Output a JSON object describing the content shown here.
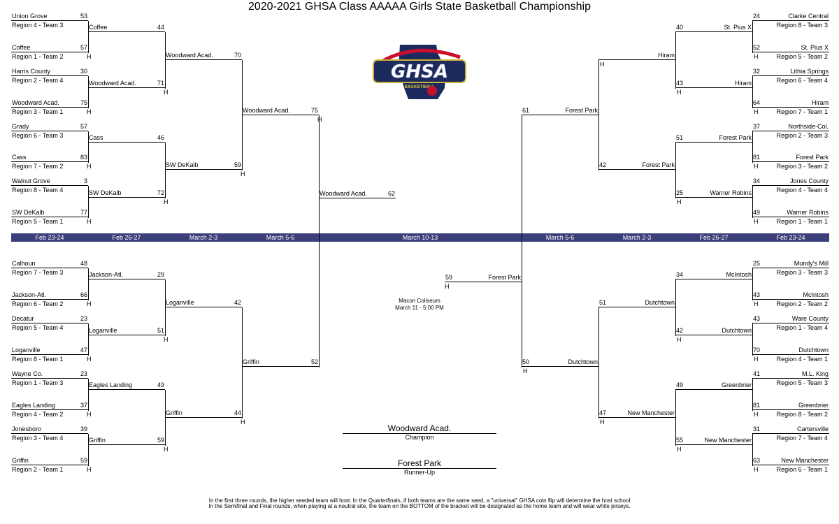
{
  "title": "2020-2021 GHSA Class AAAAA Girls State Basketball Championship",
  "home": "H",
  "logo_text": "GHSA",
  "logo_subtext": "BASKETBALL",
  "dates": [
    "Feb 23-24",
    "Feb 26-27",
    "March 2-3",
    "March 5-6",
    "March 10-13",
    "March 5-6",
    "March 2-3",
    "Feb 26-27",
    "Feb 23-24"
  ],
  "left": {
    "r1": [
      {
        "name": "Union Grove",
        "score": "53",
        "sub": "Region 4 - Team 3"
      },
      {
        "name": "Coffee",
        "score": "57",
        "sub": "Region 1 - Team 2"
      },
      {
        "name": "Harris County",
        "score": "30",
        "sub": "Region 2 - Team 4"
      },
      {
        "name": "Woodward Acad.",
        "score": "75",
        "sub": "Region 3 - Team 1"
      },
      {
        "name": "Grady",
        "score": "57",
        "sub": "Region 6 - Team 3"
      },
      {
        "name": "Cass",
        "score": "83",
        "sub": "Region 7 - Team 2"
      },
      {
        "name": "Walnut Grove",
        "score": "3",
        "sub": "Region 8 - Team 4"
      },
      {
        "name": "SW DeKalb",
        "score": "77",
        "sub": "Region 5 - Team 1"
      },
      {
        "name": "Calhoun",
        "score": "48",
        "sub": "Region 7 - Team 3"
      },
      {
        "name": "Jackson-Atl.",
        "score": "66",
        "sub": "Region 6 - Team 2"
      },
      {
        "name": "Decatur",
        "score": "23",
        "sub": "Region 5 - Team 4"
      },
      {
        "name": "Loganville",
        "score": "47",
        "sub": "Region 8 - Team 1"
      },
      {
        "name": "Wayne Co.",
        "score": "23",
        "sub": "Region 1 - Team 3"
      },
      {
        "name": "Eagles Landing",
        "score": "37",
        "sub": "Region 4 - Team 2"
      },
      {
        "name": "Jonesboro",
        "score": "39",
        "sub": "Region 3 - Team 4"
      },
      {
        "name": "Griffin",
        "score": "59",
        "sub": "Region 2 - Team 1"
      }
    ],
    "r2": [
      {
        "name": "Coffee",
        "score": "44"
      },
      {
        "name": "Woodward Acad.",
        "score": "71"
      },
      {
        "name": "Cass",
        "score": "46"
      },
      {
        "name": "SW DeKalb",
        "score": "72"
      },
      {
        "name": "Jackson-Atl.",
        "score": "29"
      },
      {
        "name": "Loganville",
        "score": "51"
      },
      {
        "name": "Eagles Landing",
        "score": "49"
      },
      {
        "name": "Griffin",
        "score": "59"
      }
    ],
    "r3": [
      {
        "name": "Woodward Acad.",
        "score": "70"
      },
      {
        "name": "SW DeKalb",
        "score": "59"
      },
      {
        "name": "Loganville",
        "score": "42"
      },
      {
        "name": "Griffin",
        "score": "44"
      }
    ],
    "r4": [
      {
        "name": "Woodward Acad.",
        "score": "75"
      },
      {
        "name": "Griffin",
        "score": "52"
      }
    ],
    "semi": {
      "name": "Woodward Acad.",
      "score": "62"
    }
  },
  "right": {
    "r1": [
      {
        "name": "Clarke Central",
        "score": "24",
        "sub": "Region 8 - Team 3"
      },
      {
        "name": "St. Pius X",
        "score": "52",
        "sub": "Region 5 - Team 2"
      },
      {
        "name": "Lithia Springs",
        "score": "32",
        "sub": "Region  6 - Team 4"
      },
      {
        "name": "Hiram",
        "score": "64",
        "sub": "Region 7 - Team 1"
      },
      {
        "name": "Northside-Col.",
        "score": "37",
        "sub": "Region 2 - Team 3"
      },
      {
        "name": "Forest Park",
        "score": "81",
        "sub": "Region 3 - Team 2"
      },
      {
        "name": "Jones County",
        "score": "34",
        "sub": "Region 4 - Team 4"
      },
      {
        "name": "Warner Robins",
        "score": "49",
        "sub": "Region 1 - Team 1"
      },
      {
        "name": "Mundy's Mill",
        "score": "25",
        "sub": "Region 3 - Team 3"
      },
      {
        "name": "McIntosh",
        "score": "43",
        "sub": "Region 2 - Team 2"
      },
      {
        "name": "Ware County",
        "score": "43",
        "sub": "Region 1 - Team 4"
      },
      {
        "name": "Dutchtown",
        "score": "70",
        "sub": "Region 4 - Team 1"
      },
      {
        "name": "M.L. King",
        "score": "41",
        "sub": "Region 5 - Team 3"
      },
      {
        "name": "Greenbrier",
        "score": "81",
        "sub": "Region 8 - Team 2"
      },
      {
        "name": "Cartersville",
        "score": "31",
        "sub": "Region 7 - Team 4"
      },
      {
        "name": "New Manchester",
        "score": "63",
        "sub": "Region 6 - Team 1"
      }
    ],
    "r2": [
      {
        "name": "St. Pius X",
        "score": "40"
      },
      {
        "name": "Hiram",
        "score": "43"
      },
      {
        "name": "Forest Park",
        "score": "51"
      },
      {
        "name": "Warner Robins",
        "score": "25"
      },
      {
        "name": "McIntosh",
        "score": "34"
      },
      {
        "name": "Dutchtown",
        "score": "42"
      },
      {
        "name": "Greenbrier",
        "score": "49"
      },
      {
        "name": "New Manchester",
        "score": "55"
      }
    ],
    "r3": [
      {
        "name": "Hiram",
        "score": ""
      },
      {
        "name": "Forest Park",
        "score": "42"
      },
      {
        "name": "Dutchtown",
        "score": "51"
      },
      {
        "name": "New Manchester",
        "score": "47"
      }
    ],
    "r4": [
      {
        "name": "Forest Park",
        "score": "61"
      },
      {
        "name": "Dutchtown",
        "score": "50"
      }
    ],
    "semi": {
      "name": "Forest Park",
      "score": "59"
    }
  },
  "venue": {
    "line1": "Macon Coliseum",
    "line2": "March 11 - 5:00 PM"
  },
  "champion": {
    "name": "Woodward Acad.",
    "label": "Champion"
  },
  "runner_up": {
    "name": "Forest Park",
    "label": "Runner-Up"
  },
  "notes": [
    "In the first three rounds, the higher seeded team will host. In the Quarterfinals, if both teams are the same seed, a \"universal\" GHSA coin flip will determine the host school",
    "In the Semifinal and Final rounds, when playing at a neutral site, the team on the BOTTOM of the bracket will be designated as the home team and will wear white jerseys."
  ]
}
